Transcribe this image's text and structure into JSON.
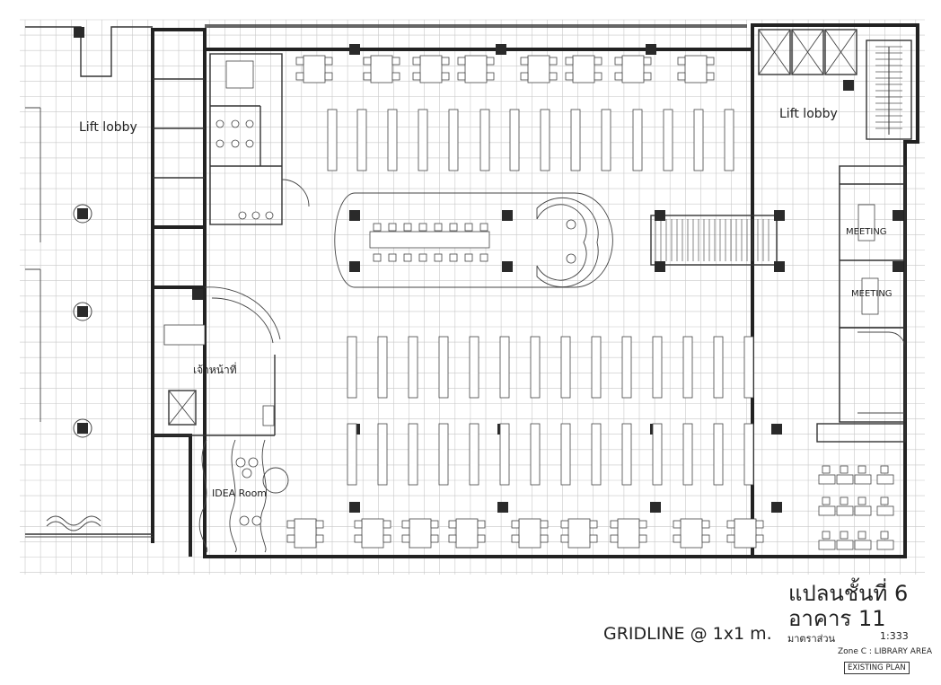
{
  "labels": {
    "lift_lobby_left": "Lift lobby",
    "lift_lobby_right": "Lift lobby",
    "meeting_1": "MEETING",
    "meeting_2": "MEETING",
    "staff": "เจ้าหน้าที่",
    "idea_room": "IDEA Room"
  },
  "title": {
    "main": "แปลนชั้นที่ 6",
    "building": "อาคาร 11",
    "gridline": "GRIDLINE @ 1x1 m.",
    "scale_label": "มาตราส่วน",
    "scale": "1:333",
    "zone": "Zone C : LIBRARY AREA",
    "status": "EXISTING PLAN"
  },
  "colors": {
    "grid": "#c8c8c8",
    "ink": "#222222"
  }
}
